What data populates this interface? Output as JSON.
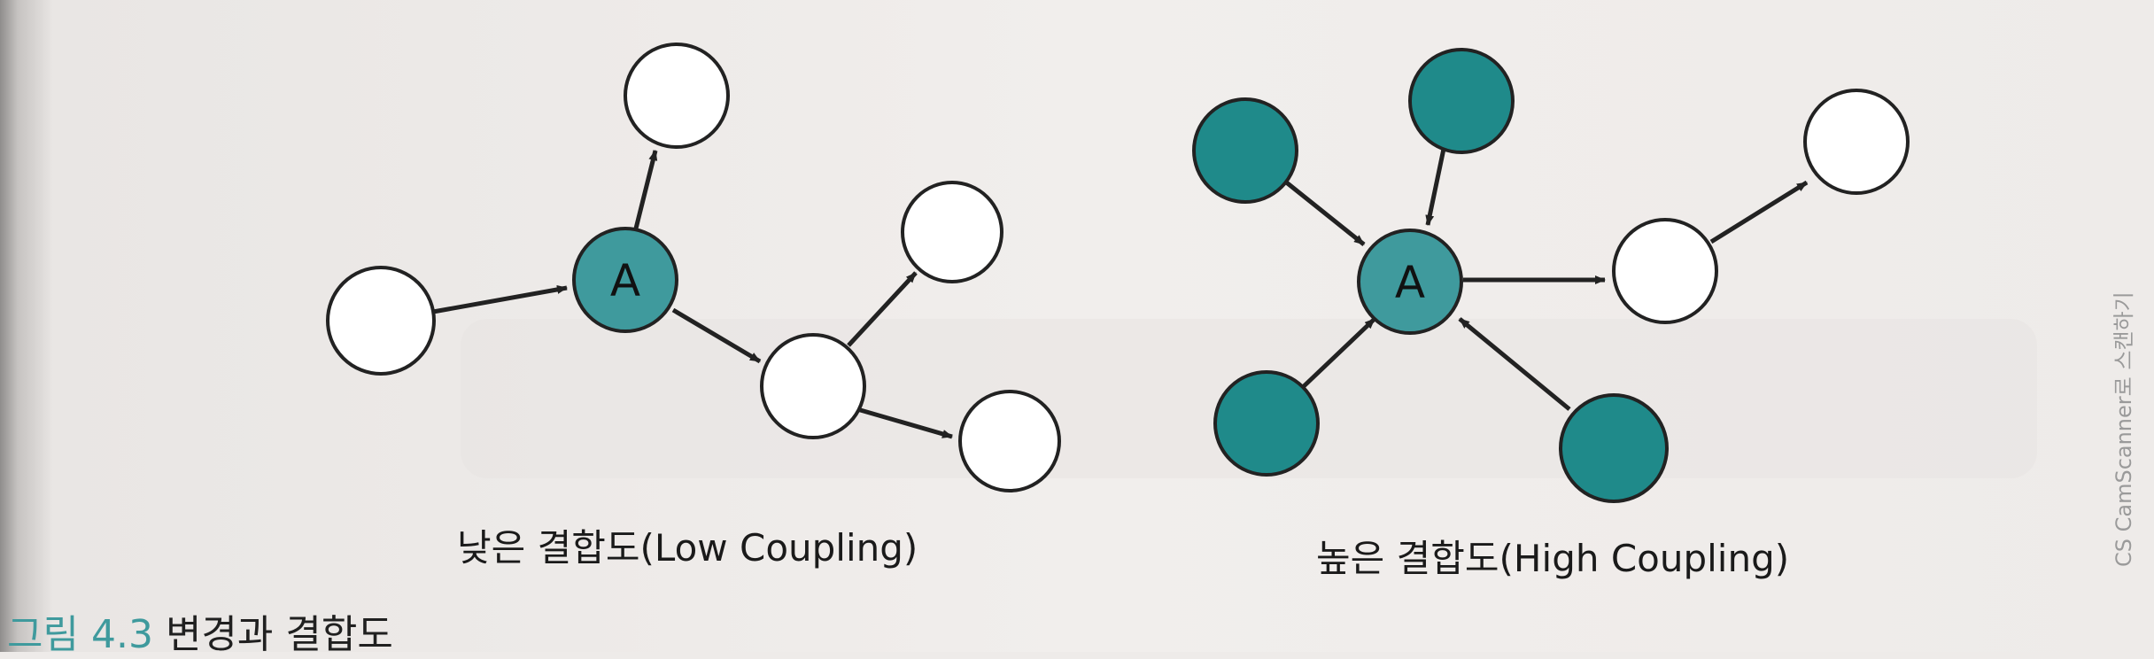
{
  "diagram": {
    "low": {
      "caption": "낮은 결합도(Low Coupling)",
      "center_label": "A"
    },
    "high": {
      "caption": "높은 결합도(High Coupling)",
      "center_label": "A"
    },
    "colors": {
      "center_fill": "#3f9a9d",
      "dependency_fill": "#1f8a8a",
      "empty_fill": "#ffffff",
      "stroke": "#222222"
    }
  },
  "figure": {
    "label": "그림",
    "number": "4.3",
    "title": "변경과 결합도"
  },
  "watermark": "CS CamScanner로 스캔하기"
}
